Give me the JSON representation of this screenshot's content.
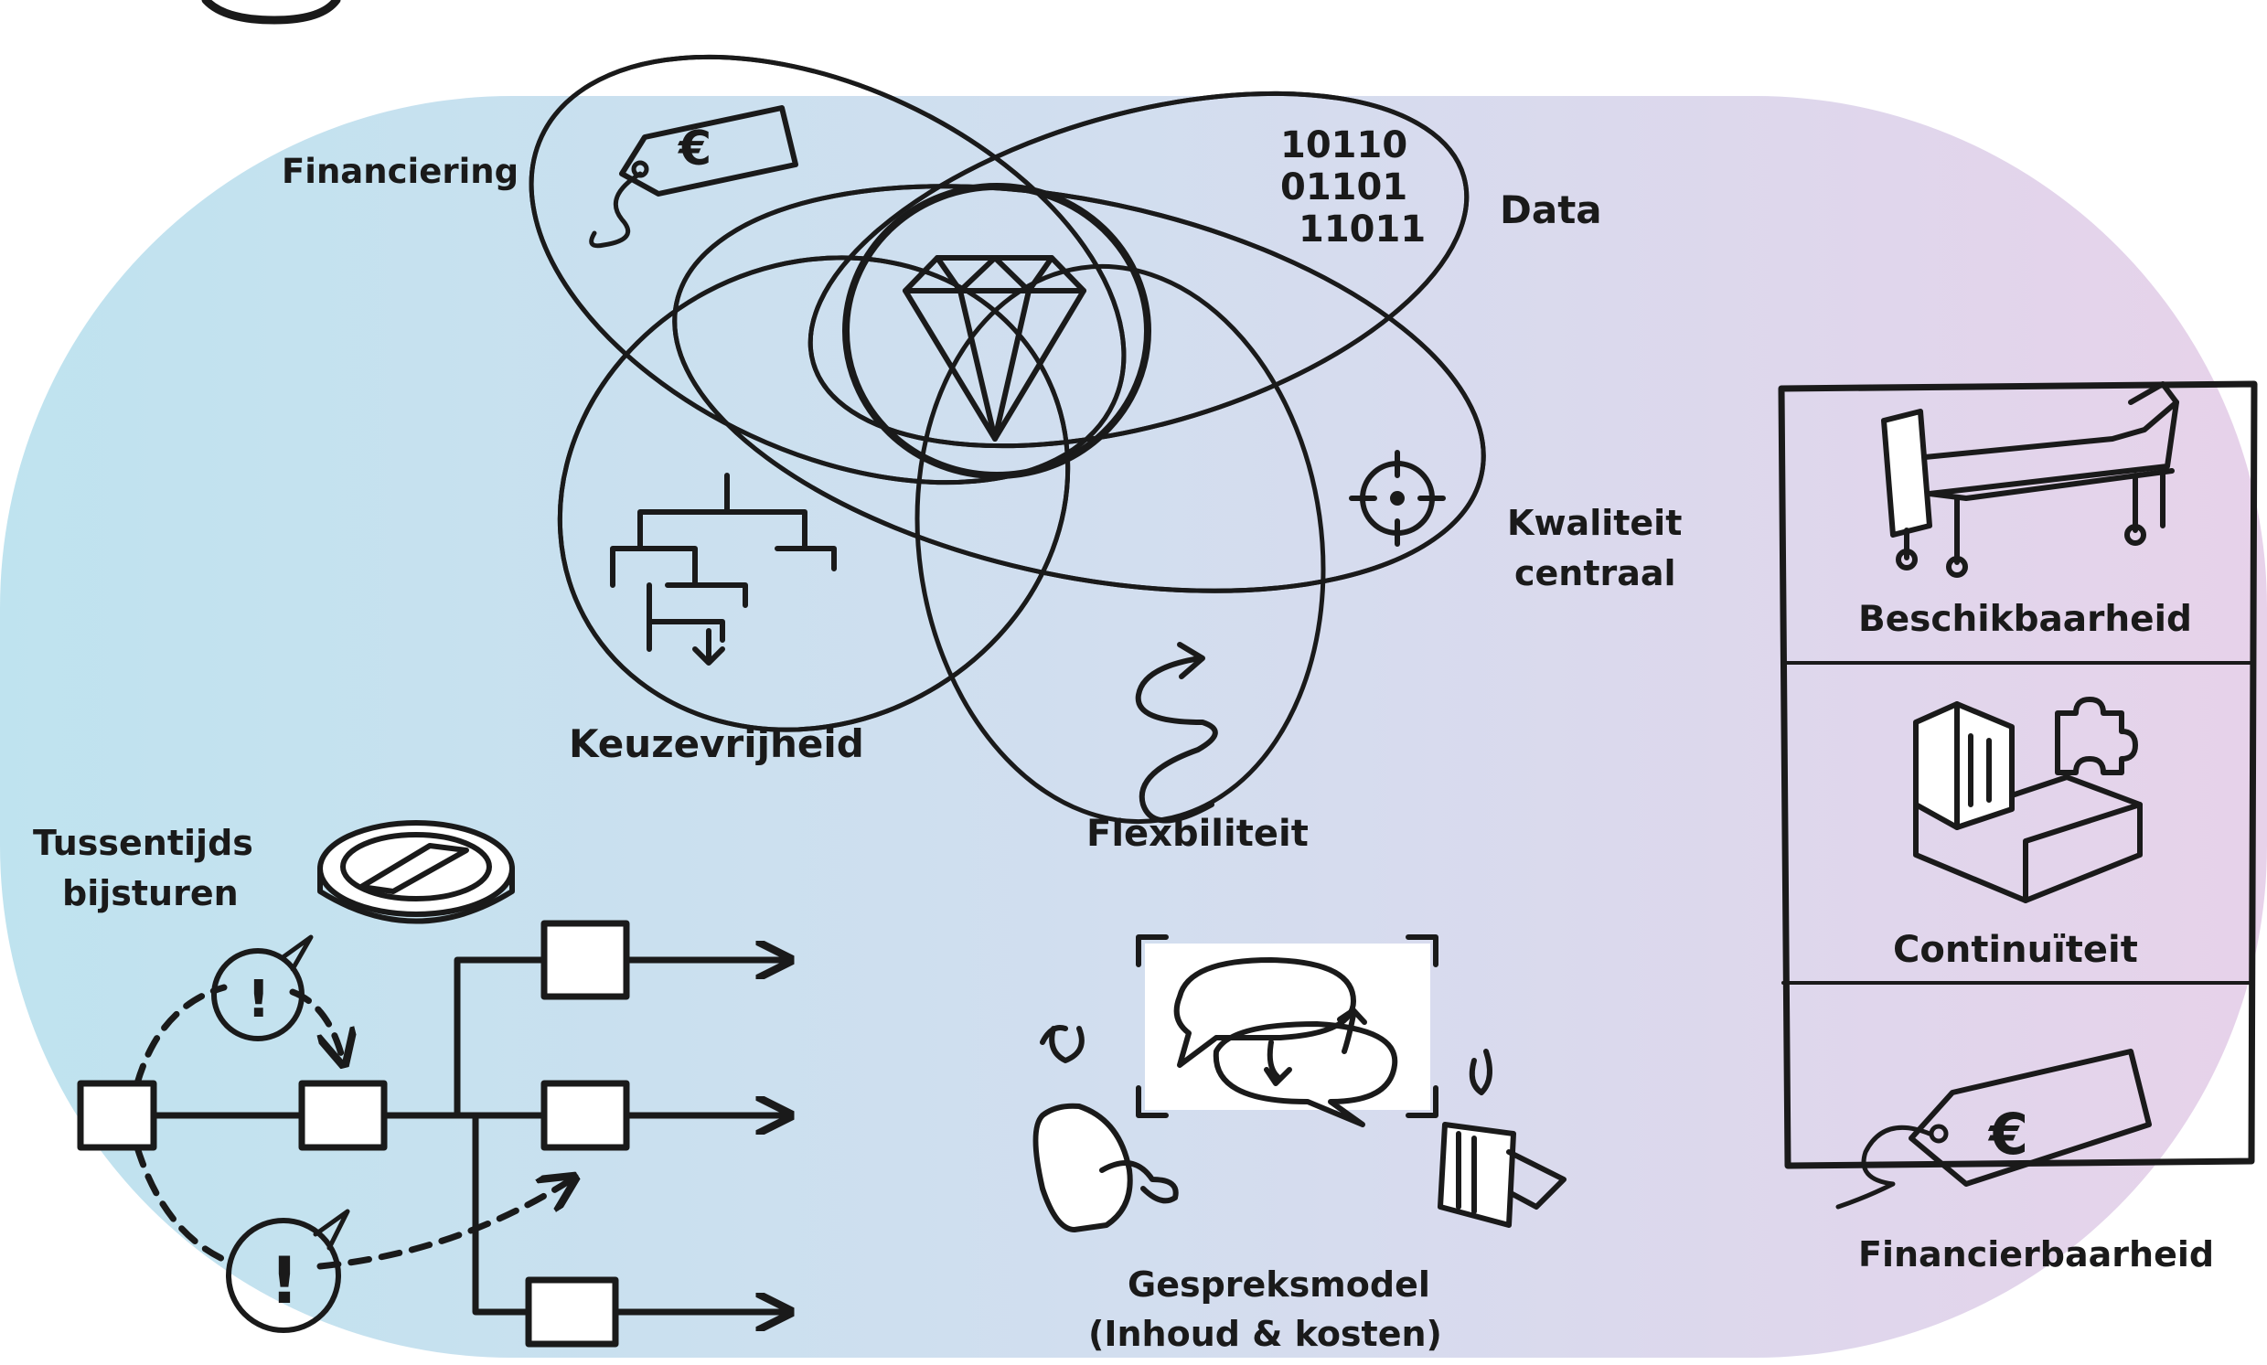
{
  "labels": {
    "financiering": "Financiering",
    "data": "Data",
    "kwaliteit_line1": "Kwaliteit",
    "kwaliteit_line2": "centraal",
    "keuzevrijheid": "Keuzevrijheid",
    "flexibiliteit": "Flexbiliteit",
    "tussentijds_line1": "Tussentijds",
    "tussentijds_line2": "bijsturen",
    "gespreksmodel_line1": "Gespreksmodel",
    "gespreksmodel_line2": "(Inhoud & kosten)",
    "beschikbaarheid": "Beschikbaarheid",
    "continuiteit": "Continuïteit",
    "financierbaarheid": "Financierbaarheid"
  },
  "symbols": {
    "euro": "€",
    "binary_rows": [
      "10110",
      "01101",
      "11011"
    ],
    "exclamation": "!"
  },
  "colors": {
    "ink": "#1a1a1a",
    "band_left": "#bfe3ef",
    "band_mid": "#d2deef",
    "band_right": "#e7d2ea",
    "paper": "#ffffff"
  },
  "icons": {
    "center": "diamond-icon",
    "financiering": "price-tag-icon",
    "data": "binary-code-icon",
    "kwaliteit": "crosshair-icon",
    "keuzevrijheid": "decision-tree-icon",
    "flexibiliteit": "winding-arrow-icon",
    "tussentijds": "compass-icon",
    "gespreksmodel": "conversation-icon",
    "beschikbaarheid": "hospital-bed-icon",
    "continuiteit": "building-puzzle-icon",
    "financierbaarheid": "price-tag-icon"
  }
}
